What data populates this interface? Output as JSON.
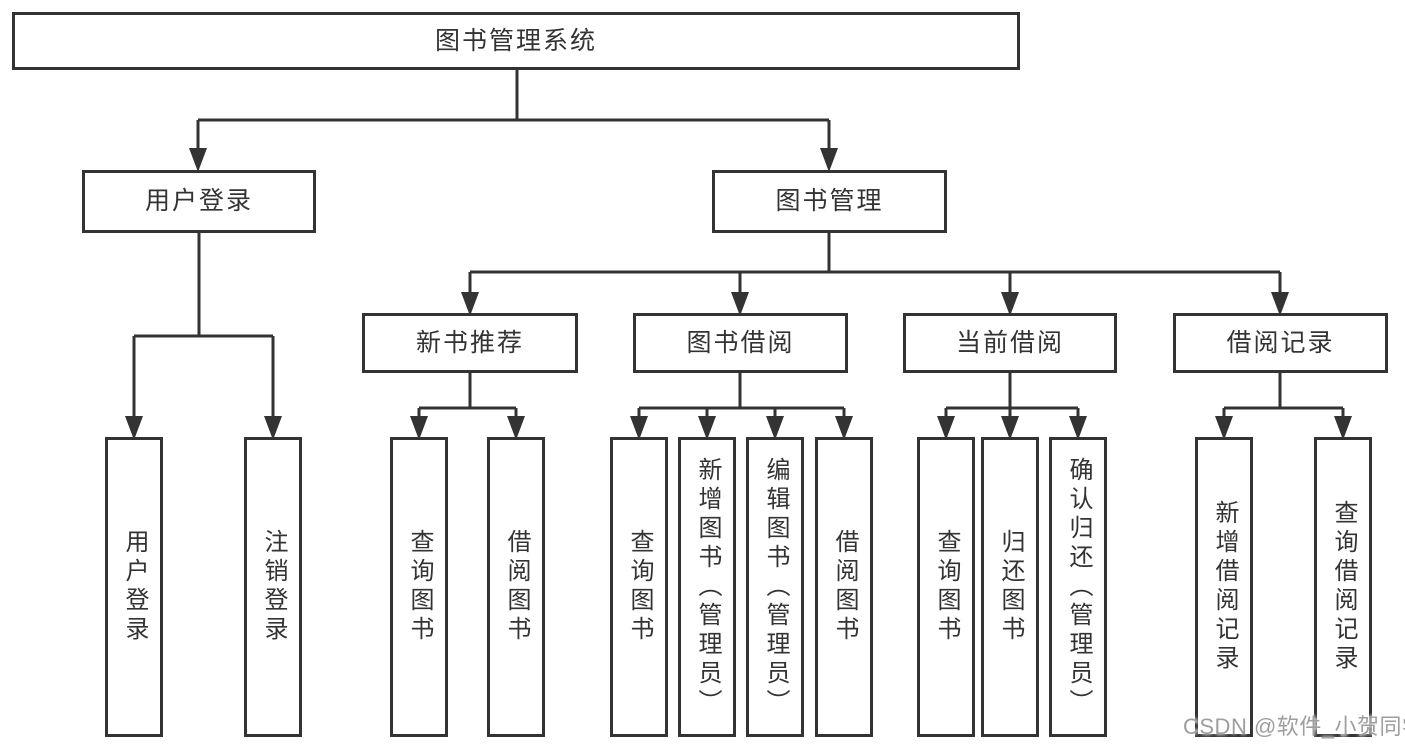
{
  "tree": {
    "root": "图书管理系统",
    "level1": {
      "user_login": "用户登录",
      "book_mgmt": "图书管理"
    },
    "level2": {
      "new_books": "新书推荐",
      "borrowing": "图书借阅",
      "current": "当前借阅",
      "records": "借阅记录"
    },
    "leaves": {
      "user_login": [
        "用户登录",
        "注销登录"
      ],
      "new_books": [
        "查询图书",
        "借阅图书"
      ],
      "borrowing": [
        "查询图书",
        "新增图书（管理员）",
        "编辑图书（管理员）",
        "借阅图书"
      ],
      "current": [
        "查询图书",
        "归还图书",
        "确认归还（管理员）"
      ],
      "records": [
        "新增借阅记录",
        "查询借阅记录"
      ]
    }
  },
  "watermark": "CSDN @软件_小贺同学",
  "colors": {
    "line": "#333333",
    "text": "#333333",
    "watermark": "#9e9e9e",
    "background": "#ffffff"
  }
}
